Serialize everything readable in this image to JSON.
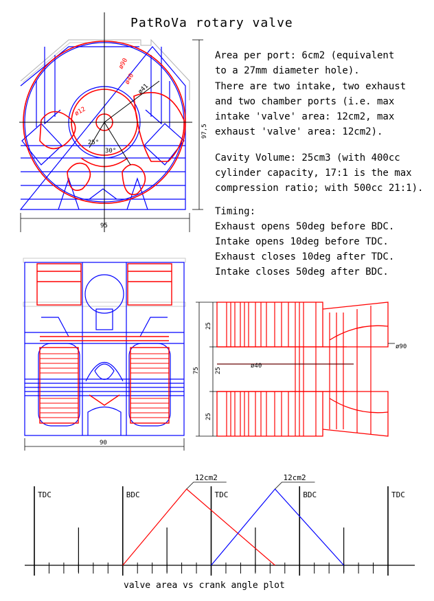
{
  "title": "PatRoVa rotary valve",
  "specs": {
    "area": [
      "Area per port: 6cm2 (equivalent",
      "to a 27mm diameter hole).",
      "There are two intake, two exhaust",
      "and two chamber ports (i.e. max",
      "intake 'valve' area: 12cm2, max",
      "exhaust 'valve' area: 12cm2)."
    ],
    "cavity": [
      "Cavity Volume: 25cm3 (with 400cc",
      "cylinder capacity, 17:1 is the max",
      "compression ratio; with 500cc 21:1)."
    ],
    "timing": [
      "Timing:",
      "Exhaust opens 50deg before BDC.",
      "Intake opens 10deg before TDC.",
      "Exhaust closes 10deg after TDC.",
      "Intake closes 50deg after BDC."
    ]
  },
  "front_view": {
    "dims": [
      "ø90",
      "ø40",
      "ø41",
      "ø12",
      "25°",
      "30°",
      "97,5",
      "95"
    ]
  },
  "plan_view": {
    "dims": [
      "90"
    ]
  },
  "side_view": {
    "dims": [
      "25",
      "25",
      "25",
      "75",
      "ø40",
      "ø90"
    ]
  },
  "plot": {
    "caption": "valve area vs crank angle plot",
    "markers": [
      "TDC",
      "BDC",
      "TDC",
      "BDC",
      "TDC"
    ],
    "peak_labels": [
      "12cm2",
      "12cm2"
    ],
    "chart_data": {
      "type": "line",
      "xlabel": "",
      "ylabel": "",
      "series": [
        {
          "color": "#ff0000",
          "x": [
            -180,
            -50,
            130
          ],
          "y": [
            0,
            12,
            0
          ]
        },
        {
          "color": "#0000ff",
          "x": [
            0,
            130,
            270
          ],
          "y": [
            0,
            12,
            0
          ]
        }
      ],
      "xlim": [
        -360,
        360
      ],
      "ylim": [
        0,
        12
      ]
    }
  },
  "colors": {
    "red": "#ff0000",
    "blue": "#0000ff",
    "black": "#000000"
  }
}
